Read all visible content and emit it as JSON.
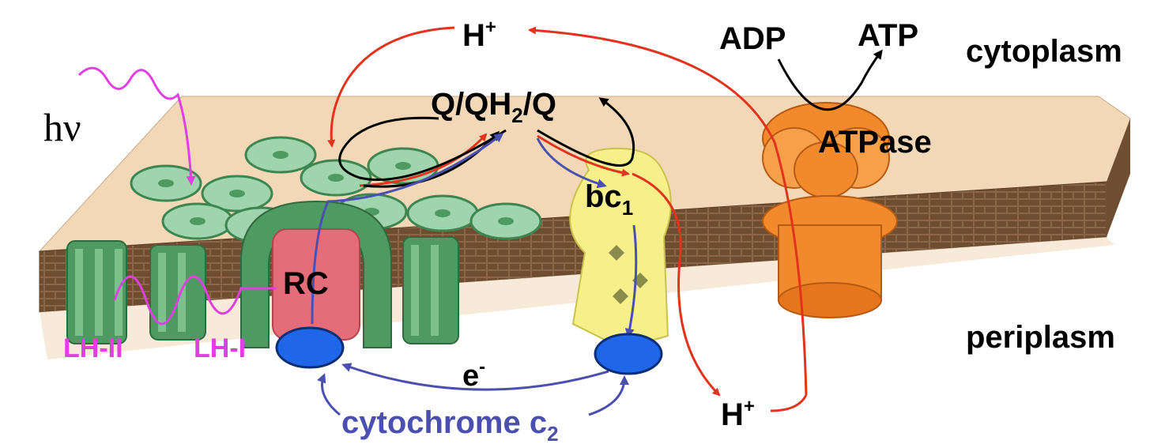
{
  "labels": {
    "h_plus_top": "H",
    "h_plus_top_sup": "+",
    "adp": "ADP",
    "atp": "ATP",
    "cytoplasm": "cytoplasm",
    "q_pool_a": "Q/QH",
    "q_pool_sub": "2",
    "q_pool_b": "/Q",
    "hv_h": "h",
    "hv_nu": "ν",
    "atpase": "ATPase",
    "bc1_main": "bc",
    "bc1_sub": "1",
    "rc": "RC",
    "lh2": "LH-II",
    "lh1": "LH-I",
    "periplasm": "periplasm",
    "electron": "e",
    "electron_sup": "-",
    "h_plus_bottom": "H",
    "h_plus_bottom_sup": "+",
    "cyt_main": "cytochrome c",
    "cyt_sub": "2"
  },
  "colors": {
    "proton_arrow": "#e2341c",
    "electron_arrow": "#4b4fb0",
    "quinone_cycle": "#000000",
    "photon": "#e040e0",
    "cytochrome_label": "#4b4fb0",
    "lh_label": "#e040e0",
    "cytochrome_protein": "#1f67e8",
    "membrane_top": "#f3d8b8",
    "membrane_side": "#7a5a3c",
    "lh_complex": "#4f9a62",
    "rc_complex": "#e36d78",
    "bc1_complex": "#f7f08a",
    "atpase_complex": "#f08a2c"
  }
}
